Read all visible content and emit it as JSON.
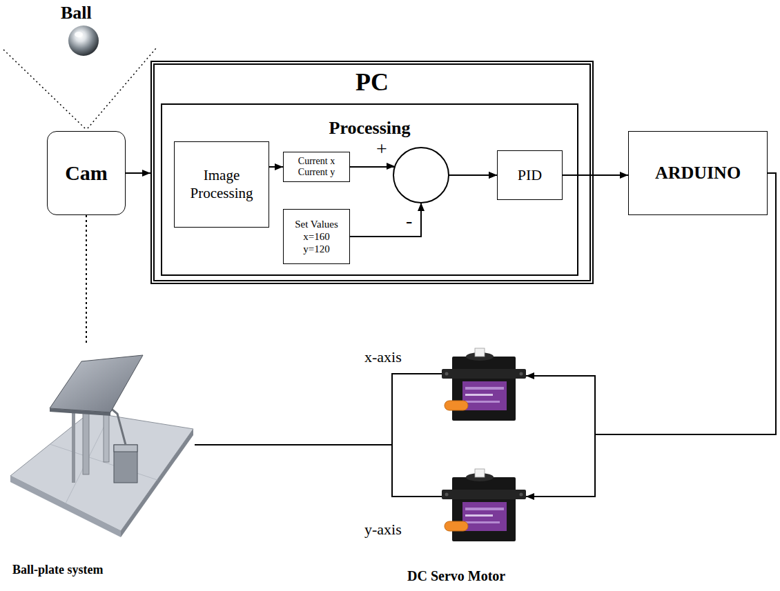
{
  "diagram": {
    "nodes": [
      {
        "text": [
          "Cam"
        ]
      },
      {
        "text": [
          "PC"
        ]
      },
      {
        "text": [
          "Processing"
        ],
        "in": 1
      },
      {
        "text": [
          "Image Processing"
        ],
        "in": 2
      },
      {
        "text": [
          "Current x Current y"
        ],
        "in": 2
      },
      {
        "text": [
          "Set Values x=160 y=120"
        ],
        "in": 2
      },
      {
        "text": [
          "PID"
        ],
        "in": 2
      },
      {
        "text": [
          "ARDUINO"
        ]
      },
      {
        "text": [
          "x-axis"
        ]
      },
      {
        "text": [
          "y-axis"
        ]
      },
      {
        "text": [
          "Ball-plate system"
        ]
      }
    ],
    "edges": [
      {
        "from": 0,
        "to": 1,
        "arrow": "to"
      },
      {
        "from": 3,
        "to": 4,
        "arrow": "to"
      },
      {
        "from": 4,
        "to": 6,
        "arrow": "to"
      },
      {
        "from": 5,
        "to": 6,
        "arrow": "to"
      },
      {
        "from": 6,
        "to": 7,
        "arrow": "to"
      },
      {
        "from": 7,
        "to": 8,
        "arrow": "to"
      },
      {
        "from": 7,
        "to": 9,
        "arrow": "to"
      },
      {
        "from": 8,
        "to": 10,
        "arrow": "none"
      },
      {
        "from": 9,
        "to": 10,
        "arrow": "none"
      },
      {
        "from": 0,
        "to": 10,
        "arrow": "none"
      }
    ],
    "labels": [
      "Ball",
      "+",
      "-",
      "DC Servo Motor"
    ]
  }
}
